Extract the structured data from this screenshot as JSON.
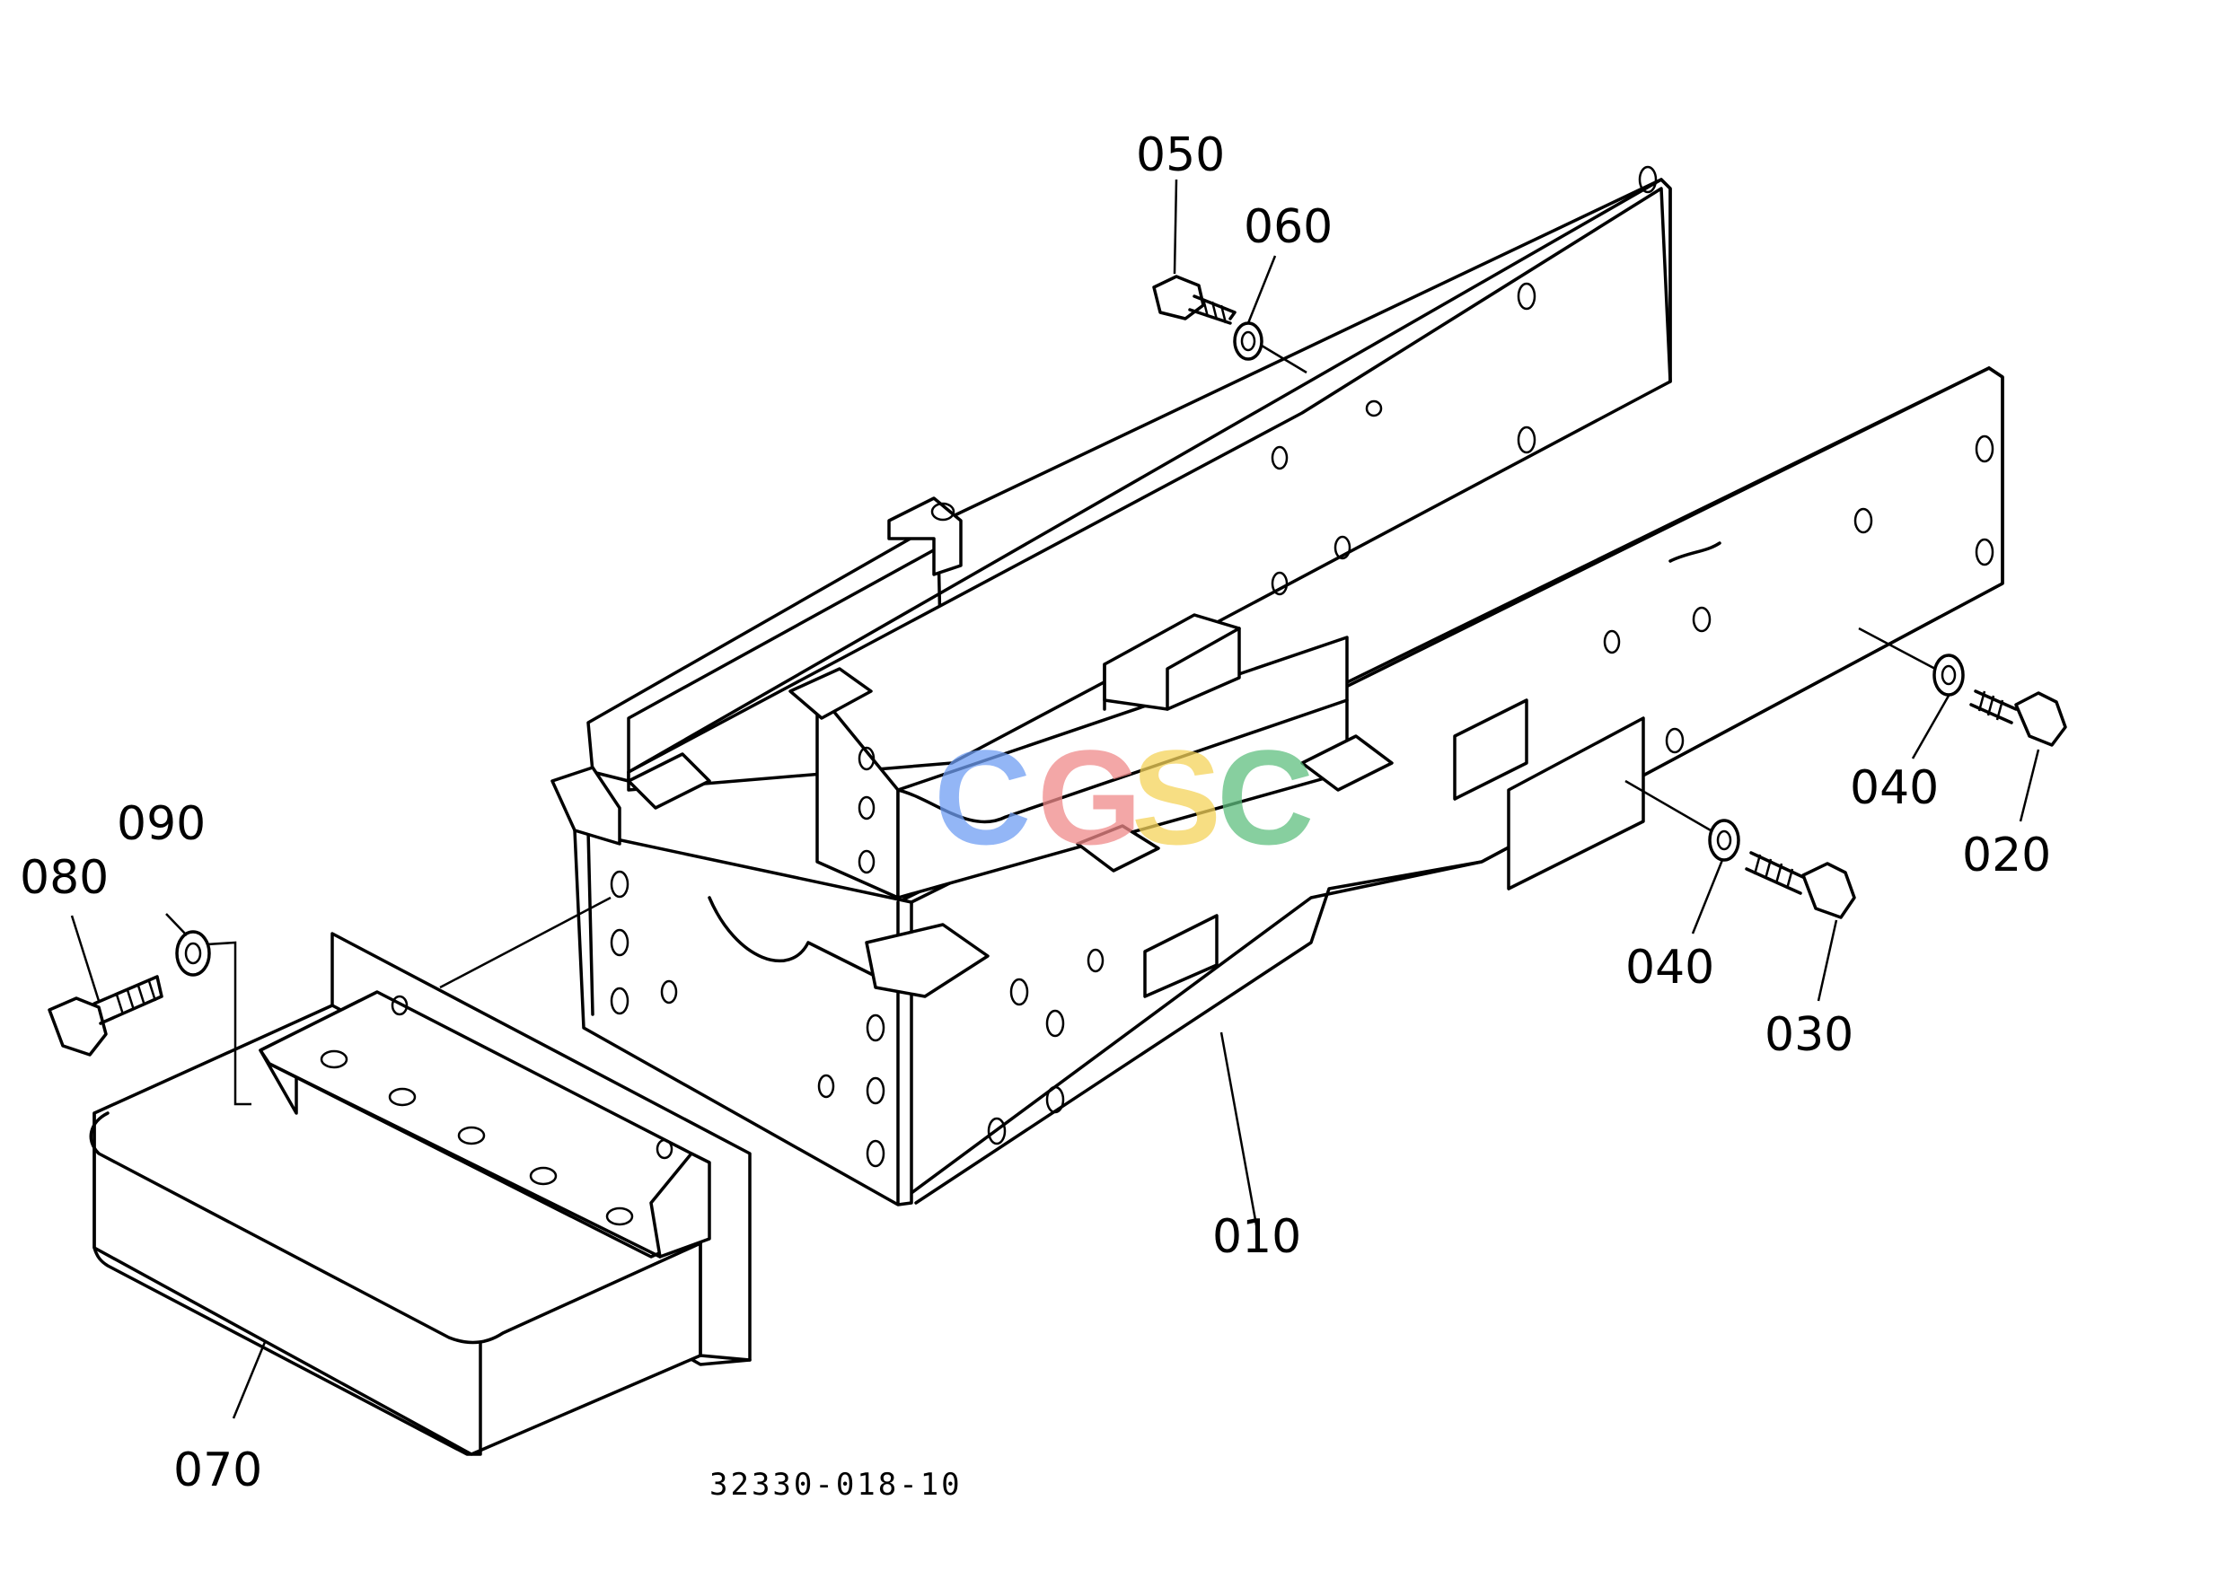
{
  "diagram": {
    "part_labels": [
      {
        "id": "010",
        "text": "010"
      },
      {
        "id": "020",
        "text": "020"
      },
      {
        "id": "030",
        "text": "030"
      },
      {
        "id": "040a",
        "text": "040"
      },
      {
        "id": "040b",
        "text": "040"
      },
      {
        "id": "050",
        "text": "050"
      },
      {
        "id": "060",
        "text": "060"
      },
      {
        "id": "070",
        "text": "070"
      },
      {
        "id": "080",
        "text": "080"
      },
      {
        "id": "090",
        "text": "090"
      }
    ],
    "drawing_code": "32330-018-10",
    "watermark": {
      "letters": [
        "C",
        "G",
        "S",
        "C"
      ],
      "colors": [
        "#6f9ef3",
        "#f08a8a",
        "#f5d35a",
        "#5fbf7f"
      ]
    }
  }
}
